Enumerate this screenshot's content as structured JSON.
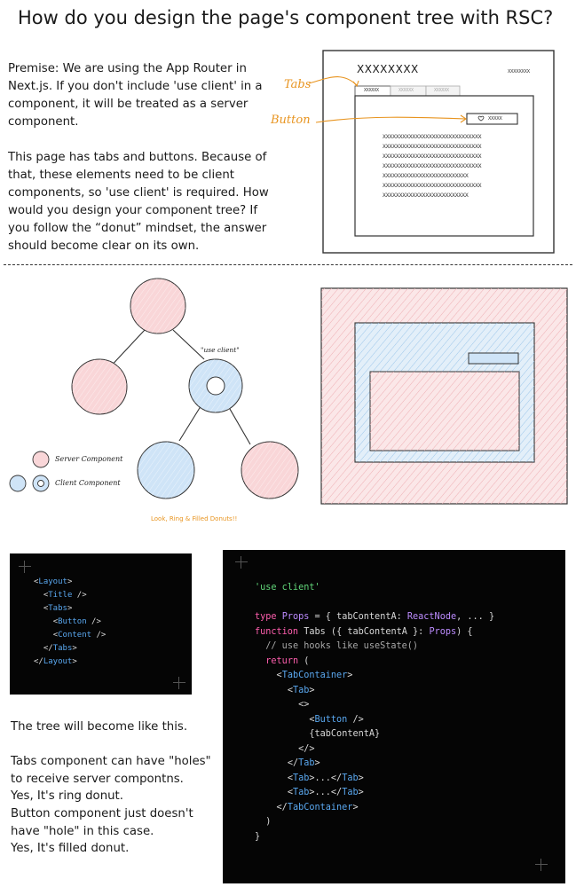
{
  "title": "How do you design the page's component tree with RSC?",
  "premise": "Premise: We are using the App Router in Next.js. If you don't include 'use client' in a component, it will be treated as a server component.",
  "intro": "This page has tabs and buttons. Because of that, these elements need to be client components, so 'use client' is required. How would you design your component tree? If you follow the “donut” mindset, the answer should become clear on its own.",
  "wireframe": {
    "tabs_label": "Tabs",
    "button_label": "Button",
    "header_title": "XXXXXXXX",
    "header_right": "XXXXXXXX",
    "tabs": [
      "XXXXXX",
      "XXXXXX",
      "XXXXXX"
    ],
    "button_text": "XXXXX",
    "content_lines": [
      "XXXXXXXXXXXXXXXXXXXXXXXXXXXXXX",
      "XXXXXXXXXXXXXXXXXXXXXXXXXXXXXX",
      "XXXXXXXXXXXXXXXXXXXXXXXXXXXXXX",
      "XXXXXXXXXXXXXXXXXXXXXXXXXXXXXX",
      "XXXXXXXXXXXXXXXXXXXXXXXXXX",
      "XXXXXXXXXXXXXXXXXXXXXXXXXXXXXX",
      "XXXXXXXXXXXXXXXXXXXXXXXXXX"
    ]
  },
  "tree": {
    "use_client_label": "\"use client\"",
    "legend_server": "Server Component",
    "legend_client": "Client Component",
    "note": "Look, Ring & Filled Donuts!!"
  },
  "code_tree": [
    "<Layout>",
    "  <Title />",
    "  <Tabs>",
    "    <Button />",
    "    <Content />",
    "  </Tabs>",
    "</Layout>"
  ],
  "code_tabs": [
    "'use client'",
    "",
    "type Props = { tabContentA: ReactNode, ... }",
    "function Tabs ({ tabContentA }: Props) {",
    "  // use hooks like useState()",
    "  return (",
    "    <TabContainer>",
    "      <Tab>",
    "        <>",
    "          <Button />",
    "          {tabContentA}",
    "        </>",
    "      </Tab>",
    "      <Tab>...</Tab>",
    "      <Tab>...</Tab>",
    "    </TabContainer>",
    "  )",
    "}"
  ],
  "tree_text": [
    "The tree will become like this.",
    "",
    "Tabs component can have \"holes\" to receive server compontns.",
    "Yes, It's ring donut.",
    "Button component just doesn't have \"hole\" in this case.",
    "Yes, It's filled donut."
  ],
  "colors": {
    "server_fill": "#f9d6d8",
    "server_stroke": "#e0a0a5",
    "client_fill": "#cfe4f7",
    "client_stroke": "#8fb8dc",
    "accent": "#e8941f",
    "code_bg": "#050505"
  }
}
